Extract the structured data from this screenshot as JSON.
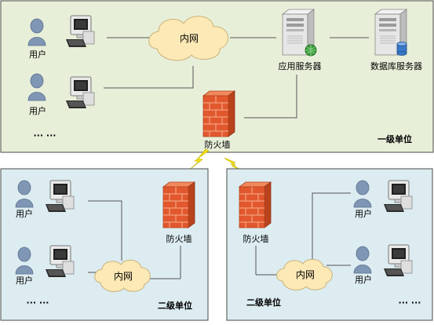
{
  "top_unit": {
    "label": "一级单位",
    "users": [
      "用户",
      "用户"
    ],
    "ellipsis": "··· ···",
    "intranet": "内网",
    "app_server": "应用服务器",
    "db_server": "数据库服务器",
    "firewall": "防火墙"
  },
  "left_unit": {
    "label": "二级单位",
    "users": [
      "用户",
      "用户"
    ],
    "ellipsis": "··· ···",
    "intranet": "内网",
    "firewall": "防火墙"
  },
  "right_unit": {
    "label": "二级单位",
    "users": [
      "用户",
      "用户"
    ],
    "ellipsis": "··· ···",
    "intranet": "内网",
    "firewall": "防火墙"
  },
  "colors": {
    "top_bg": "#e8efd9",
    "sub_bg": "#dcecf1",
    "border": "#4a4a4a",
    "line": "#555555",
    "cloud": "#fde9b5",
    "firewall": "#e2582e",
    "lightning": "#f2e300"
  }
}
